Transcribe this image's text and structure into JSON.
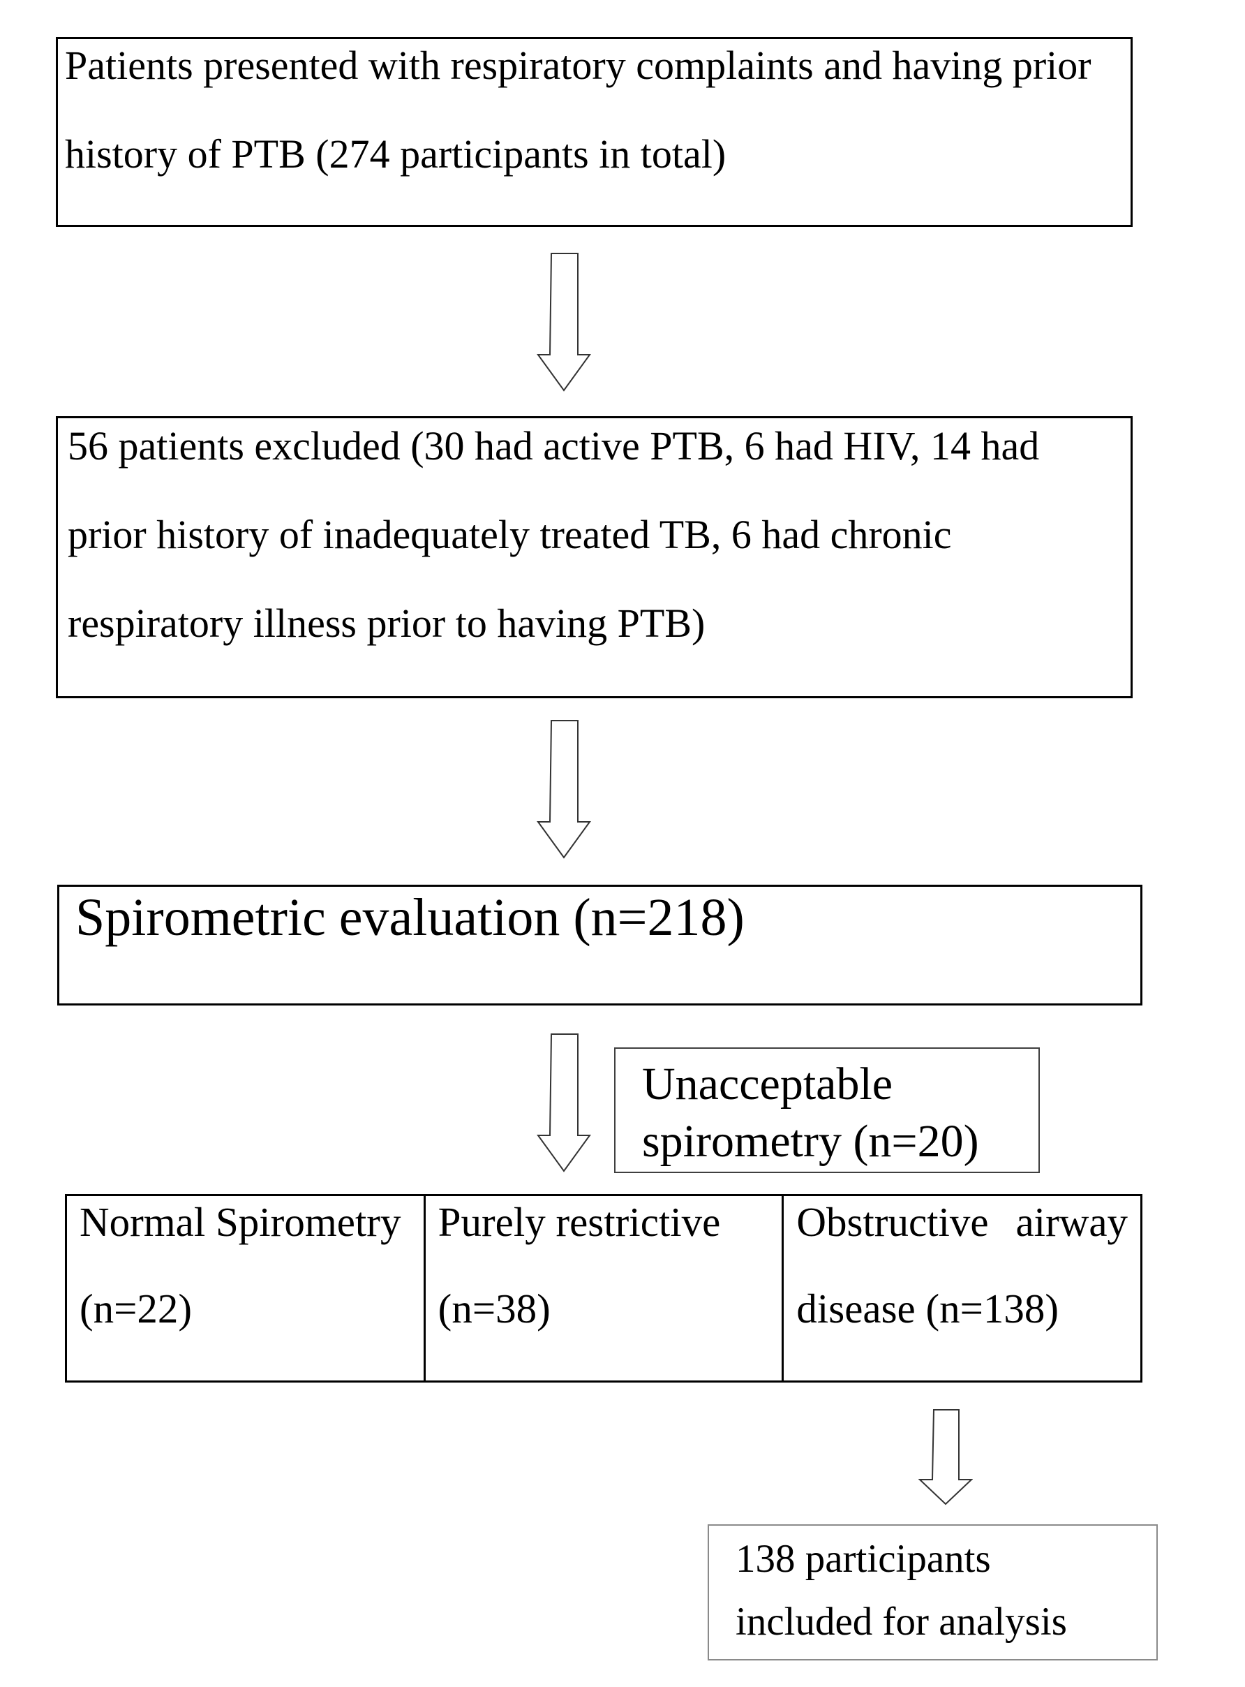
{
  "figure": {
    "type": "study-flow-diagram",
    "background": "#ffffff",
    "text_color": "#000000"
  },
  "boxes": {
    "patients": {
      "lines": [
        "Patients presented with respiratory complaints and having prior",
        "history of PTB (274 participants in total)"
      ]
    },
    "excluded": {
      "lines": [
        "56 patients excluded (30 had active PTB, 6 had HIV, 14 had",
        "prior history of inadequately treated TB, 6 had chronic",
        "respiratory illness prior to having PTB)"
      ]
    },
    "spirometric": {
      "lines": [
        "Spirometric evaluation (n=218)"
      ]
    },
    "unacceptable": {
      "lines": [
        "Unacceptable",
        "spirometry (n=20)"
      ]
    },
    "included": {
      "lines": [
        "138 participants",
        "included for analysis"
      ]
    }
  },
  "table": {
    "columns": [
      {
        "title": "Normal Spirometry",
        "count": "(n=22)"
      },
      {
        "title": "Purely restrictive",
        "count": "(n=38)"
      },
      {
        "title_word1": "Obstructive",
        "title_word2": "airway",
        "count": "disease (n=138)"
      }
    ]
  },
  "arrows": {
    "style": "hollow-outline-down-arrow",
    "stroke": "#333333",
    "fill": "#ffffff"
  },
  "colors": {
    "main_box_border": "#000000",
    "side_box_border": "#3f3f3f",
    "included_box_border": "#8a8a8a"
  }
}
